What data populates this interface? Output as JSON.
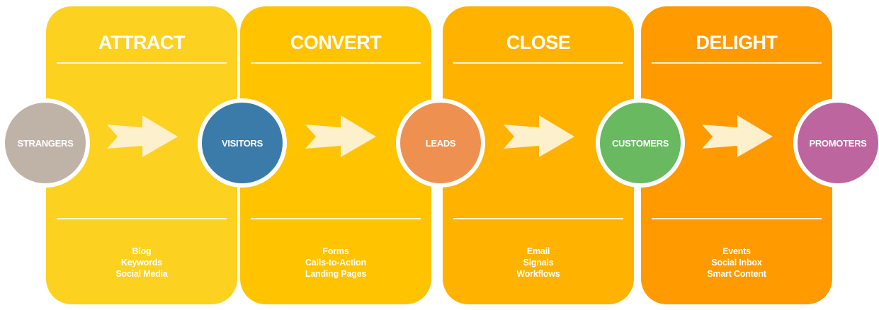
{
  "stages": [
    {
      "title": "ATTRACT",
      "items": [
        "Blog",
        "Keywords",
        "Social Media"
      ],
      "color": "#FDD11F"
    },
    {
      "title": "CONVERT",
      "items": [
        "Forms",
        "Calls-to-Action",
        "Landing Pages"
      ],
      "color": "#FFC300"
    },
    {
      "title": "CLOSE",
      "items": [
        "Email",
        "Signals",
        "Workflows"
      ],
      "color": "#FFB200"
    },
    {
      "title": "DELIGHT",
      "items": [
        "Events",
        "Social Inbox",
        "Smart Content"
      ],
      "color": "#FF9A00"
    }
  ],
  "nodes": [
    {
      "label": "STRANGERS",
      "color": "#BFB3A8"
    },
    {
      "label": "VISITORS",
      "color": "#3A7BA9"
    },
    {
      "label": "LEADS",
      "color": "#EE9150"
    },
    {
      "label": "CUSTOMERS",
      "color": "#68B960"
    },
    {
      "label": "PROMOTERS",
      "color": "#BD659F"
    }
  ],
  "arrow_color": "#FDF0CC"
}
